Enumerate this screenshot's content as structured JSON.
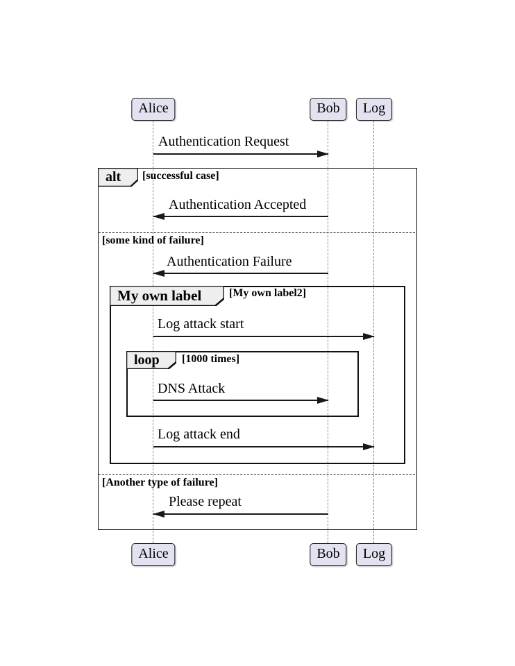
{
  "diagram_type": "sequence",
  "participants": [
    {
      "name": "Alice"
    },
    {
      "name": "Bob"
    },
    {
      "name": "Log"
    }
  ],
  "messages": [
    {
      "label": "Authentication Request",
      "from": "Alice",
      "to": "Bob",
      "direction": "right"
    },
    {
      "label": "Authentication Accepted",
      "from": "Bob",
      "to": "Alice",
      "direction": "left"
    },
    {
      "label": "Authentication Failure",
      "from": "Bob",
      "to": "Alice",
      "direction": "left"
    },
    {
      "label": "Log attack start",
      "from": "Alice",
      "to": "Log",
      "direction": "right"
    },
    {
      "label": "DNS Attack",
      "from": "Alice",
      "to": "Bob",
      "direction": "right"
    },
    {
      "label": "Log attack end",
      "from": "Alice",
      "to": "Log",
      "direction": "right"
    },
    {
      "label": "Please repeat",
      "from": "Bob",
      "to": "Alice",
      "direction": "left"
    }
  ],
  "frames": {
    "alt": {
      "label": "alt",
      "condition": "[successful case]"
    },
    "divider_failure": {
      "label": "[some kind of failure]"
    },
    "custom": {
      "label": "My own label",
      "condition": "[My own label2]"
    },
    "loop": {
      "label": "loop",
      "condition": "[1000 times]"
    },
    "divider_another": {
      "label": "[Another type of failure]"
    }
  },
  "colors": {
    "background": "#FFFFFF",
    "participant_fill": "#E2E2F0",
    "participant_border": "#181818",
    "frame_border": "#111111",
    "tab_fill": "#EEEEEE",
    "message_line": "#181818",
    "lifeline": "#888888"
  }
}
